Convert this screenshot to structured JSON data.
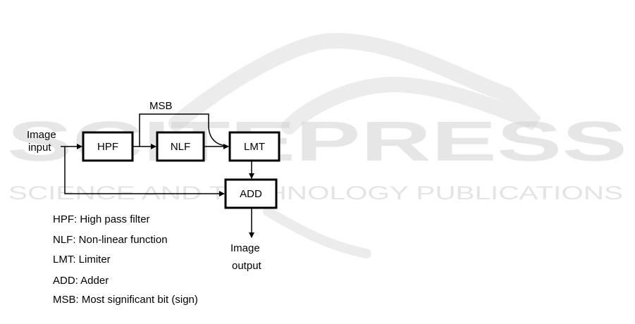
{
  "watermark": {
    "brand": "SCITEPRESS",
    "tagline": "SCIENCE AND TECHNOLOGY PUBLICATIONS"
  },
  "diagram": {
    "input_label_line1": "Image",
    "input_label_line2": "input",
    "output_label_line1": "Image",
    "output_label_line2": "output",
    "msb_label": "MSB",
    "blocks": {
      "hpf": "HPF",
      "nlf": "NLF",
      "lmt": "LMT",
      "add": "ADD"
    }
  },
  "legend": [
    "HPF: High pass filter",
    "NLF: Non-linear function",
    "LMT: Limiter",
    "ADD: Adder",
    "MSB: Most significant bit (sign)"
  ]
}
